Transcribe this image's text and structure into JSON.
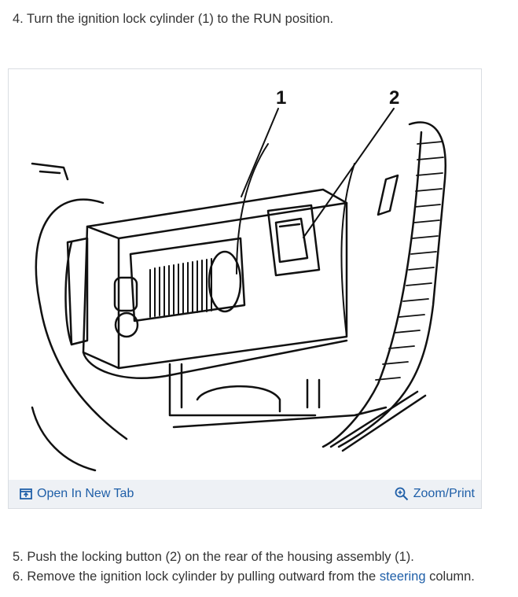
{
  "steps": {
    "step4": "4. Turn the ignition lock cylinder (1) to the RUN position.",
    "step5": "5. Push the locking button (2) on the rear of the housing assembly (1).",
    "step6_before": "6. Remove the ignition lock cylinder by pulling outward from the ",
    "step6_link": "steering",
    "step6_after": " column."
  },
  "figure": {
    "callouts": [
      "1",
      "2"
    ],
    "open_in_new_tab_label": "Open In New Tab",
    "zoom_print_label": "Zoom/Print",
    "open_icon": "open-new-tab-icon",
    "zoom_icon": "zoom-in-icon"
  },
  "colors": {
    "link": "#1f5fa8",
    "toolbar_bg": "#eef1f5",
    "text": "#333333"
  }
}
